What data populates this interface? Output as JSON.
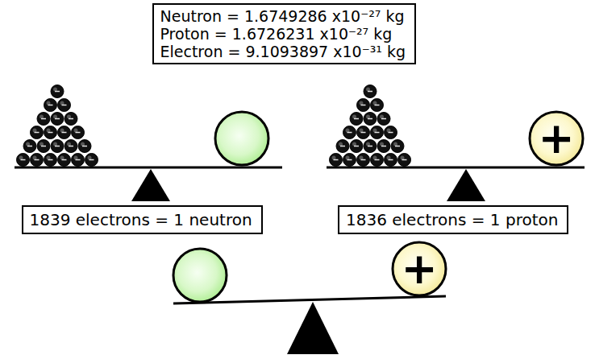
{
  "diagram": {
    "nodes": [
      {
        "text": [
          "Neutron = 1.6749286 x10⁻²⁷ kg",
          "Proton = 1.6726231 x10⁻²⁷ kg",
          "Electron = 9.1093897 x10⁻³¹ kg"
        ]
      },
      {
        "text": [
          "+"
        ]
      },
      {
        "text": [
          "1839 electrons = 1 neutron"
        ]
      },
      {
        "text": [
          "1836 electrons = 1 proton"
        ]
      },
      {
        "text": [
          "+"
        ]
      }
    ]
  }
}
